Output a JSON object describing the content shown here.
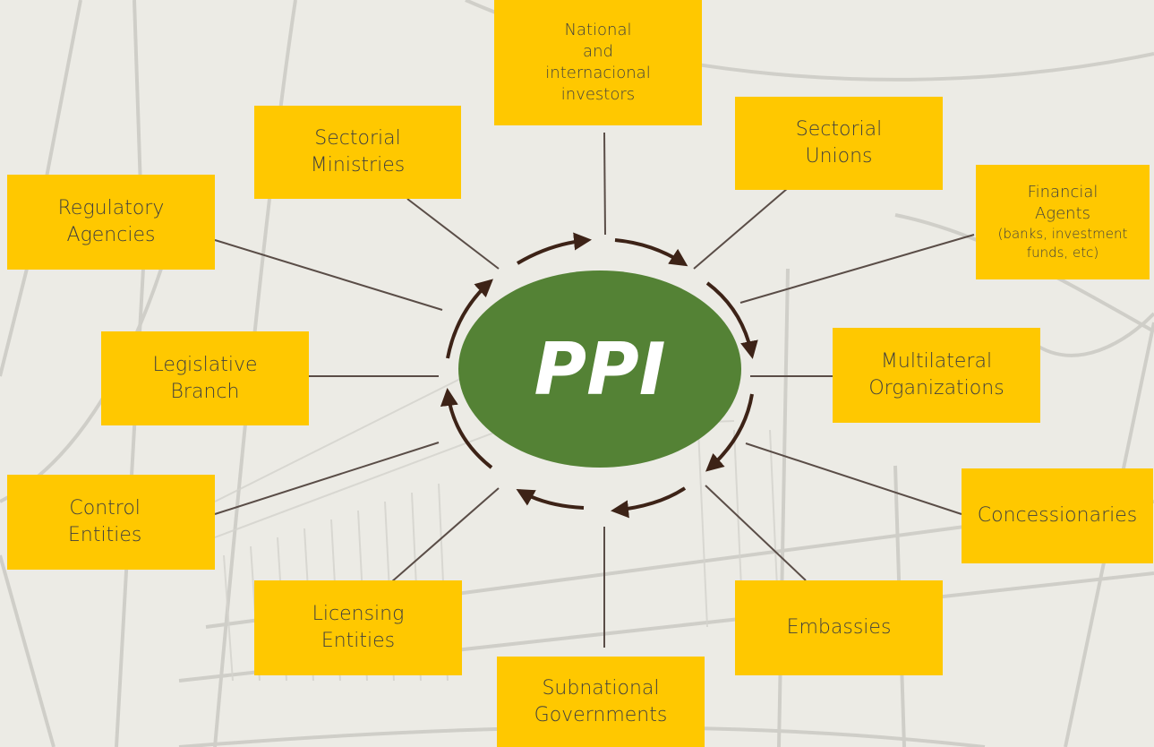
{
  "center": {
    "label": "PPI",
    "color": "#548235"
  },
  "box_color": "#ffc800",
  "nodes": {
    "national_investors": [
      "National",
      "and",
      "internacional",
      "investors"
    ],
    "sectorial_ministries": [
      "Sectorial",
      "Ministries"
    ],
    "sectorial_unions": [
      "Sectorial",
      "Unions"
    ],
    "regulatory_agencies": [
      "Regulatory",
      "Agencies"
    ],
    "financial_agents": {
      "line1": "Financial",
      "line2": "Agents",
      "line3": "(banks, investment",
      "line4": "funds, etc)"
    },
    "legislative_branch": [
      "Legislative",
      "Branch"
    ],
    "multilateral_organizations": [
      "Multilateral",
      "Organizations"
    ],
    "control_entities": [
      "Control",
      "Entities"
    ],
    "concessionaries": [
      "Concessionaries"
    ],
    "licensing_entities": [
      "Licensing",
      "Entities"
    ],
    "embassies": [
      "Embassies"
    ],
    "subnational_governments": [
      "Subnational",
      "Governments"
    ]
  }
}
